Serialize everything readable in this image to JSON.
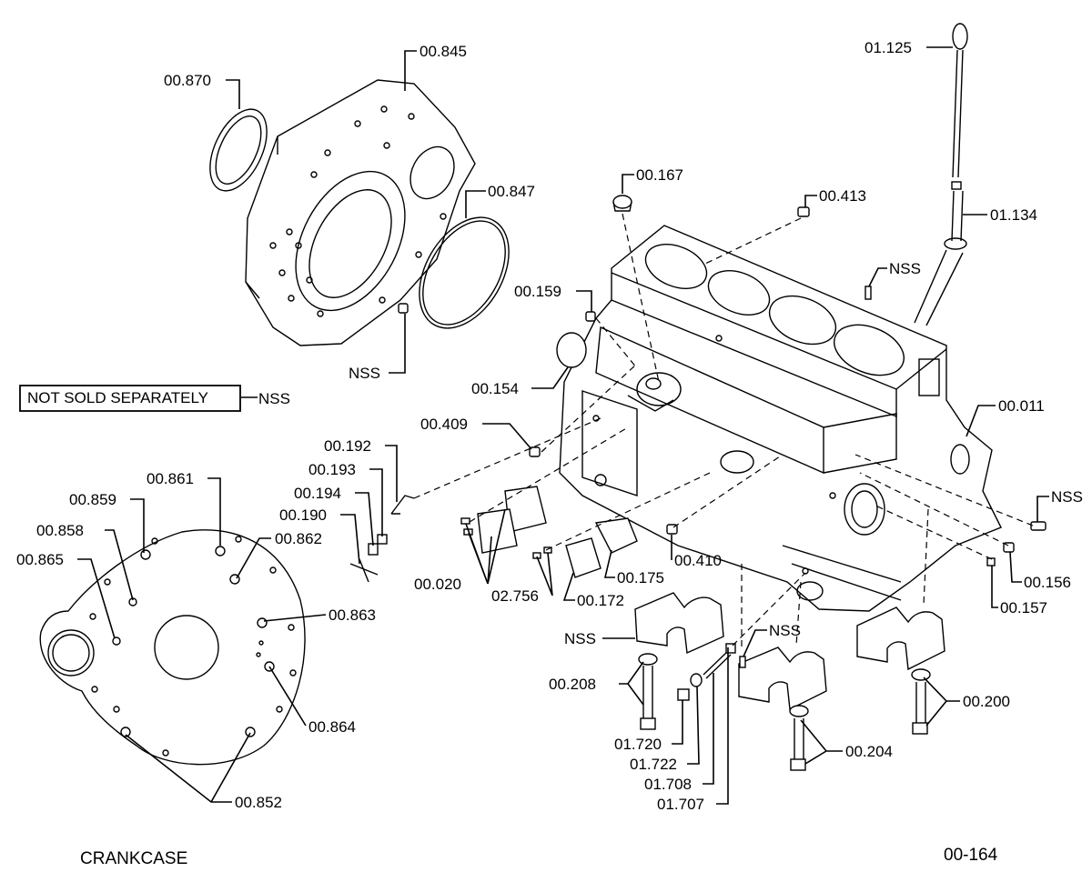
{
  "diagram": {
    "caption": "CRANKCASE",
    "page_code": "00-164",
    "legend_box_text": "NOT SOLD SEPARATELY",
    "legend_abbrev": "NSS",
    "part_labels": {
      "p00845": "00.845",
      "p00870": "00.870",
      "p00847": "00.847",
      "nss_flywheel": "NSS",
      "p01125": "01.125",
      "p01134": "01.134",
      "p00167": "00.167",
      "p00413": "00.413",
      "nss_top": "NSS",
      "p00159": "00.159",
      "p00154": "00.154",
      "p00011": "00.011",
      "p00409": "00.409",
      "p00192": "00.192",
      "p00193": "00.193",
      "p00194": "00.194",
      "p00190": "00.190",
      "p00861": "00.861",
      "p00859": "00.859",
      "p00858": "00.858",
      "p00862": "00.862",
      "p00865": "00.865",
      "p00863": "00.863",
      "p00864": "00.864",
      "p00852": "00.852",
      "p00020": "00.020",
      "p02756": "02.756",
      "p00175": "00.175",
      "p00172": "00.172",
      "p00410": "00.410",
      "nss_right": "NSS",
      "p00156": "00.156",
      "p00157": "00.157",
      "nss_cap1": "NSS",
      "nss_cap2": "NSS",
      "p00208": "00.208",
      "p01720": "01.720",
      "p01722": "01.722",
      "p01708": "01.708",
      "p01707": "01.707",
      "p00204": "00.204",
      "p00200": "00.200"
    }
  }
}
